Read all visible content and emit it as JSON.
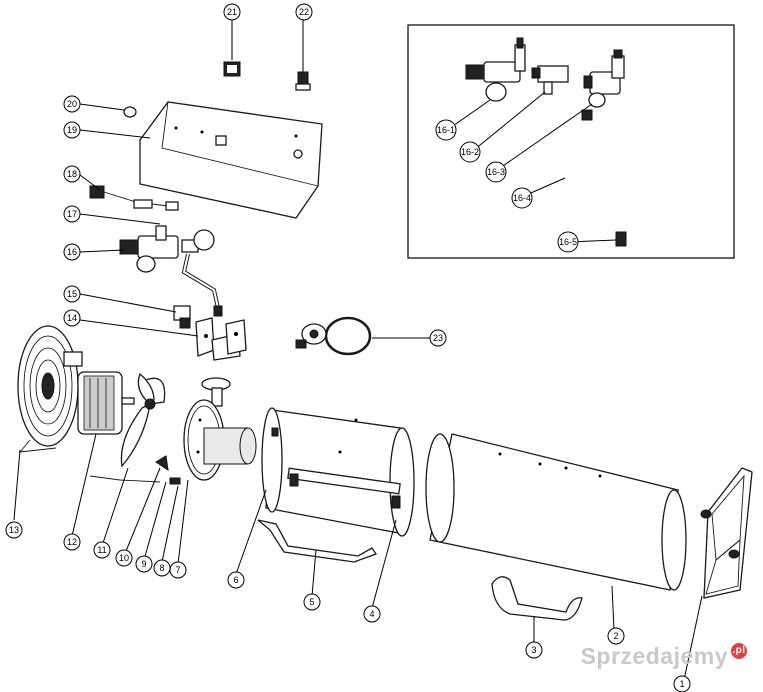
{
  "labels": {
    "p1": "1",
    "p2": "2",
    "p3": "3",
    "p4": "4",
    "p5": "5",
    "p6": "6",
    "p7": "7",
    "p8": "8",
    "p9": "9",
    "p10": "10",
    "p11": "11",
    "p12": "12",
    "p13": "13",
    "p14": "14",
    "p15": "15",
    "p16": "16",
    "p17": "17",
    "p18": "18",
    "p19": "19",
    "p20": "20",
    "p21": "21",
    "p22": "22",
    "p23": "23",
    "p16_1": "16-1",
    "p16_2": "16-2",
    "p16_3": "16-3",
    "p16_4": "16-4",
    "p16_5": "16-5"
  },
  "watermark": {
    "text": "Sprzedajemy",
    "badge": ".pl"
  }
}
